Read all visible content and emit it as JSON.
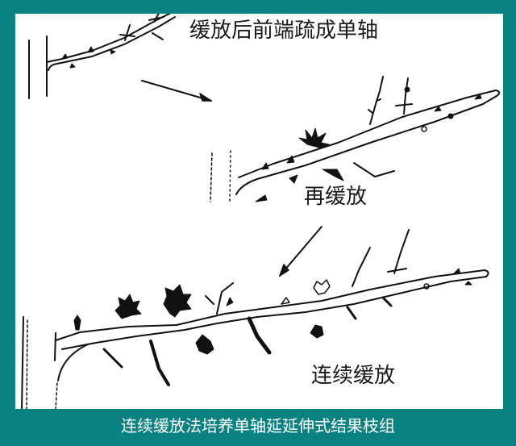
{
  "figure": {
    "background_color": "#0b8282",
    "panel_color": "#ffffff",
    "ink_color": "#111111",
    "caption": "连续缓放法培养单轴延延伸式结果枝组",
    "stages": [
      {
        "label": "缓放后前端疏成单轴"
      },
      {
        "label": "再缓放"
      },
      {
        "label": "连续缓放"
      }
    ],
    "arrows": [
      {
        "from": "stage-1",
        "to": "stage-2",
        "direction": "down-right"
      },
      {
        "from": "stage-2",
        "to": "stage-3",
        "direction": "down-left"
      }
    ]
  }
}
